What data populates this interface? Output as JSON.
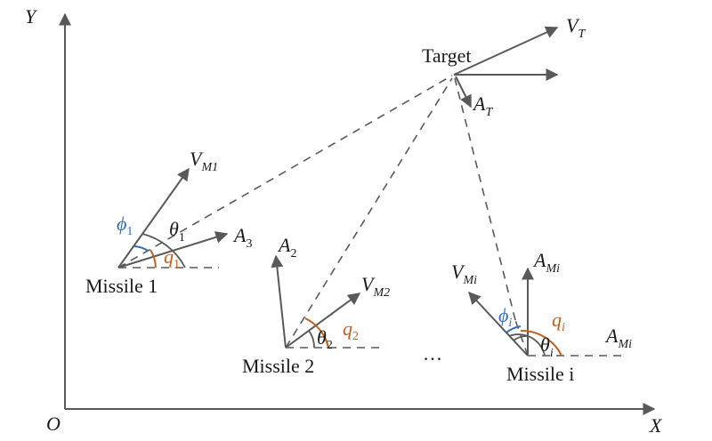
{
  "figure": {
    "axes": {
      "origin_label": "O",
      "x_label": "X",
      "y_label": "Y"
    },
    "target": {
      "label": "Target",
      "velocity_label": "V",
      "velocity_sub": "T",
      "accel_label": "A",
      "accel_sub": "T"
    },
    "missiles": [
      {
        "name": "Missile 1",
        "velocity_label": "V",
        "velocity_sub": "M1",
        "accel_label": "A",
        "accel_sub": "3",
        "phi_label": "ϕ",
        "phi_sub": "1",
        "theta_label": "θ",
        "theta_sub": "1",
        "q_label": "q",
        "q_sub": "1"
      },
      {
        "name": "Missile 2",
        "velocity_label": "V",
        "velocity_sub": "M2",
        "accel_label": "A",
        "accel_sub": "2",
        "theta_label": "θ",
        "theta_sub": "2",
        "q_label": "q",
        "q_sub": "2"
      },
      {
        "name": "Missile i",
        "velocity_label": "V",
        "velocity_sub": "Mi",
        "accel_label": "A",
        "accel_sub": "Mi",
        "accel2_label": "A",
        "accel2_sub": "Mi",
        "phi_label": "ϕ",
        "phi_sub": "i",
        "theta_label": "θ",
        "theta_sub": "i",
        "q_label": "q",
        "q_sub": "i"
      }
    ],
    "ellipsis": "…",
    "colors": {
      "line": "#595959",
      "q_angle": "#c0601f",
      "phi_angle": "#2f6db5",
      "text": "#1a1a1a"
    }
  }
}
